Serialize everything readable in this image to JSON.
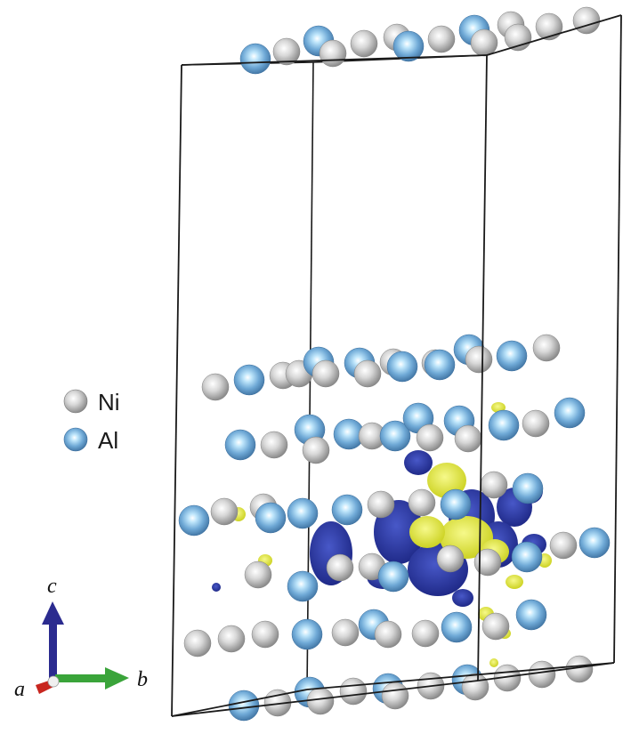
{
  "legend": {
    "items": [
      {
        "label": "Ni",
        "color": "#c9c9c9",
        "icon": "ni-atom-icon"
      },
      {
        "label": "Al",
        "color": "#6fa9d6",
        "icon": "al-atom-icon"
      }
    ]
  },
  "axes": {
    "a": {
      "label": "a",
      "color": "#c8261f"
    },
    "b": {
      "label": "b",
      "color": "#3aa43a"
    },
    "c": {
      "label": "c",
      "color": "#2b2b8f"
    }
  },
  "isosurface": {
    "accumulation_color": "#e6ec2e",
    "depletion_color": "#23309a"
  },
  "cell": {
    "edge_color": "#1a1a1a"
  }
}
